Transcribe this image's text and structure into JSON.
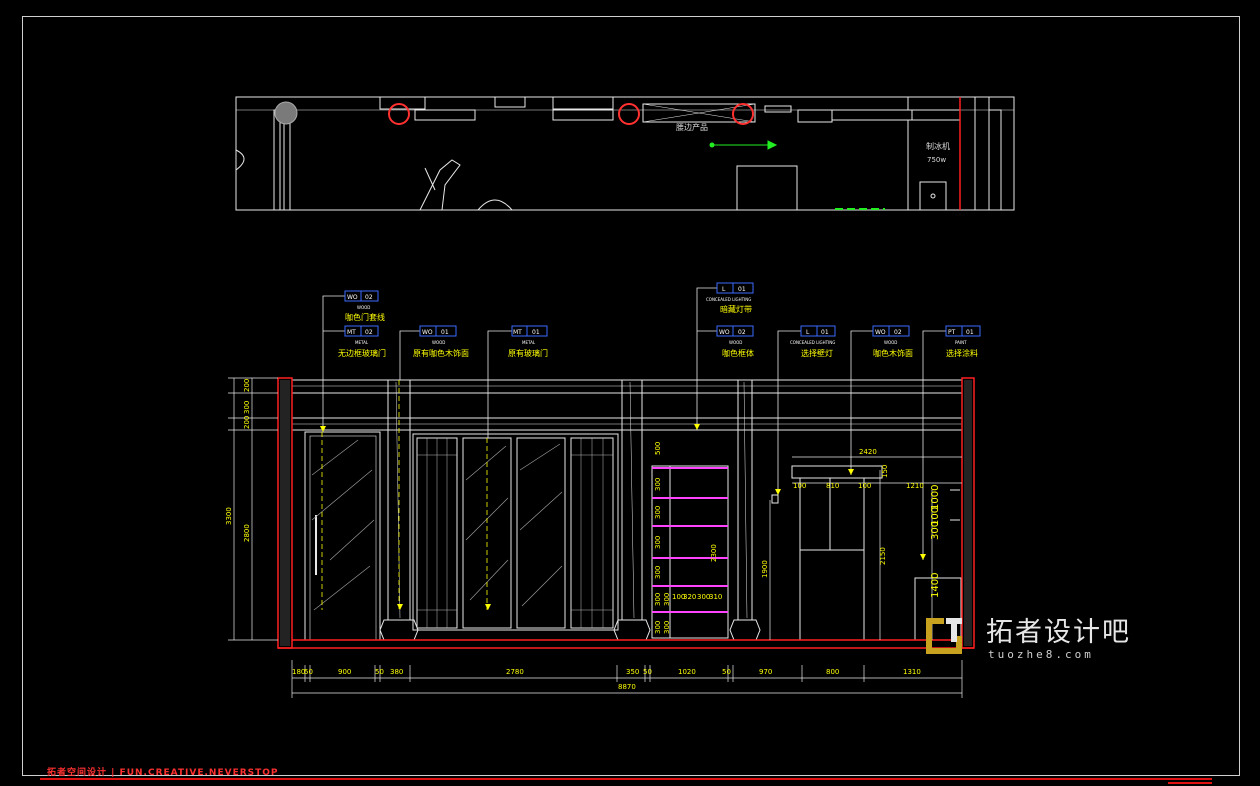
{
  "plan": {
    "labels": [
      "腰边产品",
      "制冰机",
      "750w"
    ]
  },
  "tags": [
    {
      "code": "WO",
      "num": "02",
      "sub": "WOOD",
      "name": "咖色门套线"
    },
    {
      "code": "MT",
      "num": "02",
      "sub": "METAL",
      "name": "无边框玻璃门"
    },
    {
      "code": "WO",
      "num": "01",
      "sub": "WOOD",
      "name": "原有咖色木饰面"
    },
    {
      "code": "MT",
      "num": "01",
      "sub": "METAL",
      "name": "原有玻璃门"
    },
    {
      "code": "L",
      "num": "01",
      "sub": "CONCEALED LIGHTING",
      "name": "暗藏灯带"
    },
    {
      "code": "WO",
      "num": "02",
      "sub": "WOOD",
      "name": "咖色框体"
    },
    {
      "code": "L",
      "num": "01",
      "sub": "CONCEALED LIGHTING",
      "name": "选择壁灯"
    },
    {
      "code": "WO",
      "num": "02",
      "sub": "WOOD",
      "name": "咖色木饰面"
    },
    {
      "code": "PT",
      "num": "01",
      "sub": "PAINT",
      "name": "选择涂料"
    }
  ],
  "dims": {
    "bottom": [
      "180",
      "50",
      "900",
      "50",
      "380",
      "2780",
      "350",
      "50",
      "1020",
      "50",
      "970",
      "800",
      "1310"
    ],
    "total": "8870",
    "left_outer": [
      "200",
      "300",
      "200",
      "3300"
    ],
    "left_inner": [
      "2800"
    ],
    "shelf": [
      "500",
      "300",
      "300",
      "300",
      "300",
      "300",
      "300",
      "300",
      "300"
    ],
    "shelf_inner": [
      "100",
      "320",
      "300",
      "310",
      "2300"
    ],
    "shelf_v": "1900",
    "right_upper": [
      "2420",
      "150",
      "100",
      "810",
      "100",
      "1210"
    ],
    "right_v": [
      "2150",
      "1000",
      "100",
      "300",
      "1400"
    ]
  },
  "footer": {
    "text": "拓者空间设计 | FUN.CREATIVE.NEVERSTOP"
  },
  "logo": {
    "cn": "拓者设计吧",
    "en": "tuozhe8.com",
    "mark_color": "#c8a21e"
  }
}
